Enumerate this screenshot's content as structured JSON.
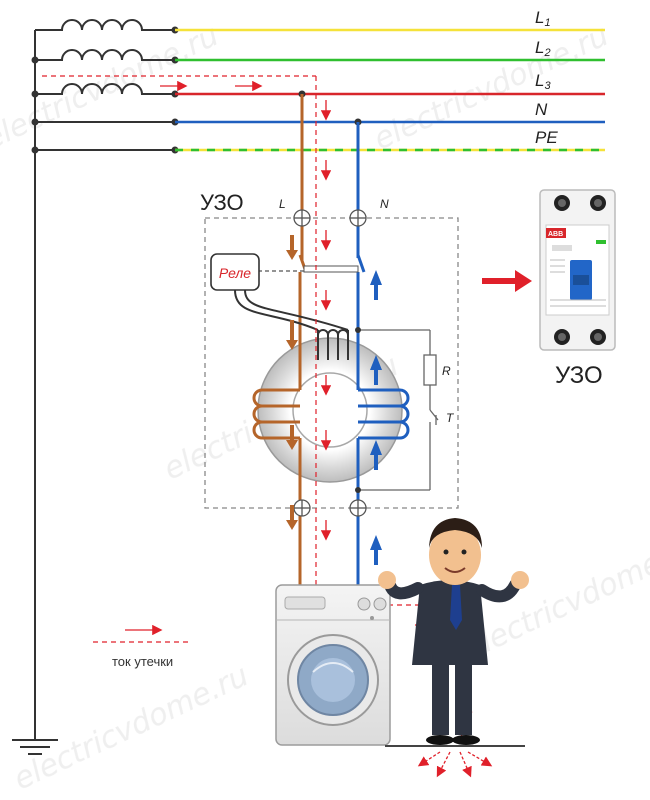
{
  "lines": [
    {
      "label": "L",
      "sub": "1",
      "color": "#f5e23a"
    },
    {
      "label": "L",
      "sub": "2",
      "color": "#2fbf2f"
    },
    {
      "label": "L",
      "sub": "3",
      "color": "#d8262b"
    },
    {
      "label": "N",
      "sub": "",
      "color": "#1f5fbf"
    },
    {
      "label": "PE",
      "sub": "",
      "color": "#f5e23a",
      "stripe_color": "#2fbf2f"
    }
  ],
  "rcd": {
    "title": "УЗО",
    "terminal_l": "L",
    "terminal_n": "N",
    "relay_label": "Реле",
    "resistor_label": "R",
    "test_label": "T"
  },
  "device_photo": {
    "label": "УЗО",
    "brand": "ABB"
  },
  "legend": {
    "text": "ток утечки",
    "color": "#e0202a"
  },
  "watermark": "electricvdome.ru",
  "colors": {
    "phase_wire": "#b5652a",
    "neutral_wire": "#1f5fbf",
    "leak": "#e0202a",
    "ground": "#333333"
  }
}
